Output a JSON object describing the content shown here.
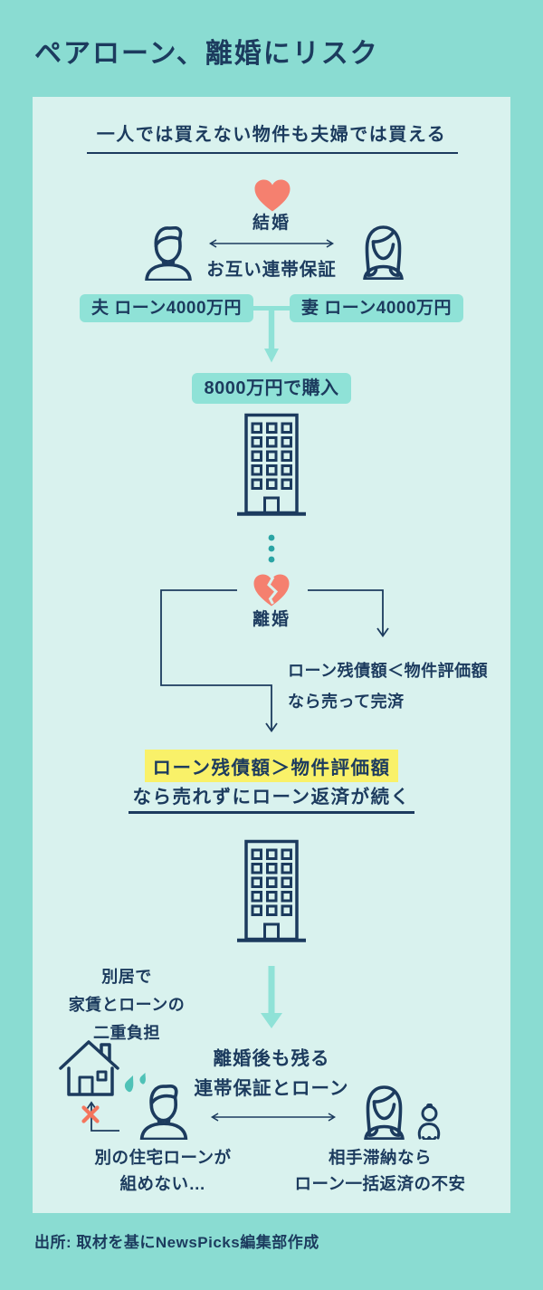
{
  "title": "ペアローン、離婚にリスク",
  "source": "出所: 取材を基にNewsPicks編集部作成",
  "colors": {
    "background_teal": "#8adcd2",
    "card_mint": "#d9f2ee",
    "navy_text": "#1c3b5e",
    "teal_accent": "#8fe2d7",
    "teal_dark_dots": "#2aa4a4",
    "teal_drops": "#4fc2b7",
    "coral_heart": "#f5806f",
    "orange_cross": "#f4755c",
    "yellow_highlight": "#f9f169"
  },
  "headline": "一人では買えない物件も夫婦では買える",
  "marriage": {
    "event_label": "結婚",
    "guarantee_label": "お互い連帯保証",
    "husband_loan": "夫 ローン4000万円",
    "wife_loan": "妻 ローン4000万円"
  },
  "purchase": {
    "label": "8000万円で購入"
  },
  "divorce": {
    "event_label": "離婚",
    "sell_case": {
      "line1": "ローン残債額＜物件評価額",
      "line2": "なら売って完済"
    },
    "stuck_case": {
      "highlight": "ローン残債額＞物件評価額",
      "line2": "なら売れずにローン返済が続く"
    }
  },
  "aftermath": {
    "separation_note": {
      "line1": "別居で",
      "line2": "家賃とローンの",
      "line3": "二重負担"
    },
    "remaining": {
      "line1": "離婚後も残る",
      "line2": "連帯保証とローン"
    },
    "husband_note": {
      "line1": "別の住宅ローンが",
      "line2": "組めない…"
    },
    "wife_note": {
      "line1": "相手滞納なら",
      "line2": "ローン一括返済の不安"
    }
  }
}
